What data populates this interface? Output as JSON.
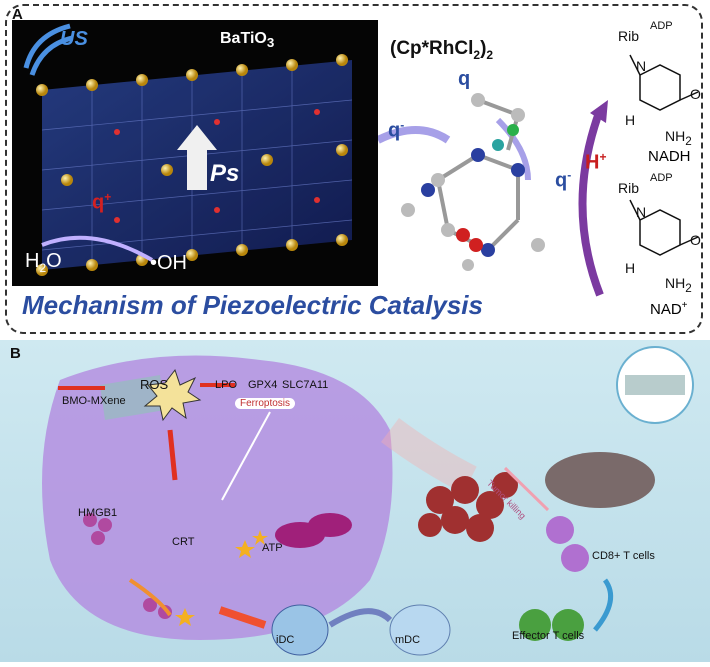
{
  "panel_a": {
    "label": "A",
    "us_label": "US",
    "material": "BaTiO",
    "material_sub": "3",
    "ps_label": "Ps",
    "q_plus": "q",
    "q_plus_sup": "+",
    "h2o": "H",
    "h2o_sub": "2",
    "h2o_end": "O",
    "oh": "•OH",
    "catalyst": "(Cp*RhCl",
    "catalyst_sub": "2",
    "catalyst_end": ")",
    "catalyst_sub2": "2",
    "q_minus_1": "q",
    "q_minus_2": "q",
    "q_minus_3": "q",
    "minus": "-",
    "h_plus": "H",
    "plus": "+",
    "nadh_rib": "Rib",
    "nadh_adp": "ADP",
    "nadh_name": "NADH",
    "nad_rib": "Rib",
    "nad_adp": "ADP",
    "nad_name": "NAD",
    "nad_sup": "+",
    "nh2": "NH",
    "nh2_sub": "2",
    "o": "O",
    "h": "H",
    "n": "N",
    "title": "Mechanism of Piezoelectric Catalysis",
    "colors": {
      "title": "#2b4da0",
      "q_plus": "#d42020",
      "h_plus": "#c81e1e"
    }
  },
  "panel_b": {
    "label": "B",
    "bmo": "BMO-MXene",
    "ros": "ROS",
    "lpo": "LPO",
    "gpx4": "GPX4",
    "slc": "SLC7A11",
    "ferroptosis": "Ferroptosis",
    "hmgb1": "HMGB1",
    "crt": "CRT",
    "atp": "ATP",
    "idc": "iDC",
    "mdc": "mDC",
    "effector": "Effector T cells",
    "cd8": "CD8+ T cells",
    "tumor_killing": "Tumor killing"
  }
}
